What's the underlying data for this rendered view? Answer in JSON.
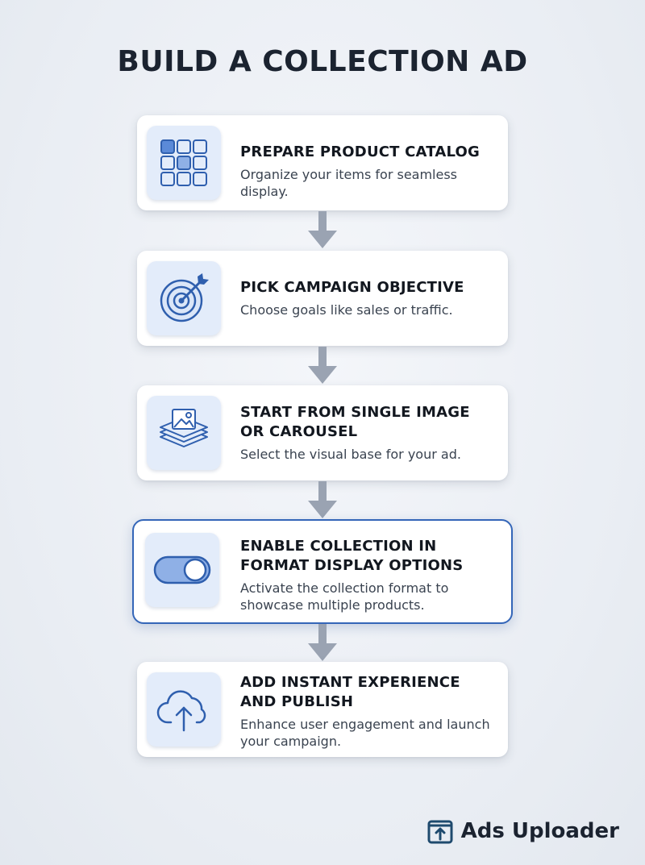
{
  "title": "BUILD A COLLECTION AD",
  "steps": [
    {
      "title": "PREPARE PRODUCT CATALOG",
      "description": "Organize your items for seamless display.",
      "icon": "grid-catalog-icon"
    },
    {
      "title": "PICK CAMPAIGN OBJECTIVE",
      "description": "Choose goals like sales or traffic.",
      "icon": "target-icon"
    },
    {
      "title": "START FROM SINGLE IMAGE OR CAROUSEL",
      "description": "Select the visual base for your ad.",
      "icon": "image-layers-icon"
    },
    {
      "title": "ENABLE COLLECTION IN FORMAT DISPLAY OPTIONS",
      "description": "Activate the collection format to showcase multiple products.",
      "icon": "toggle-icon",
      "highlighted": true
    },
    {
      "title": "ADD INSTANT EXPERIENCE AND PUBLISH",
      "description": "Enhance user engagement and launch your campaign.",
      "icon": "cloud-upload-icon"
    }
  ],
  "brand": {
    "name": "Ads Uploader",
    "icon": "upload-box-icon"
  },
  "colors": {
    "accent": "#3466b8",
    "icon_bg": "#e3ecfa",
    "arrow": "#9aa3b2",
    "title": "#1b2330"
  }
}
